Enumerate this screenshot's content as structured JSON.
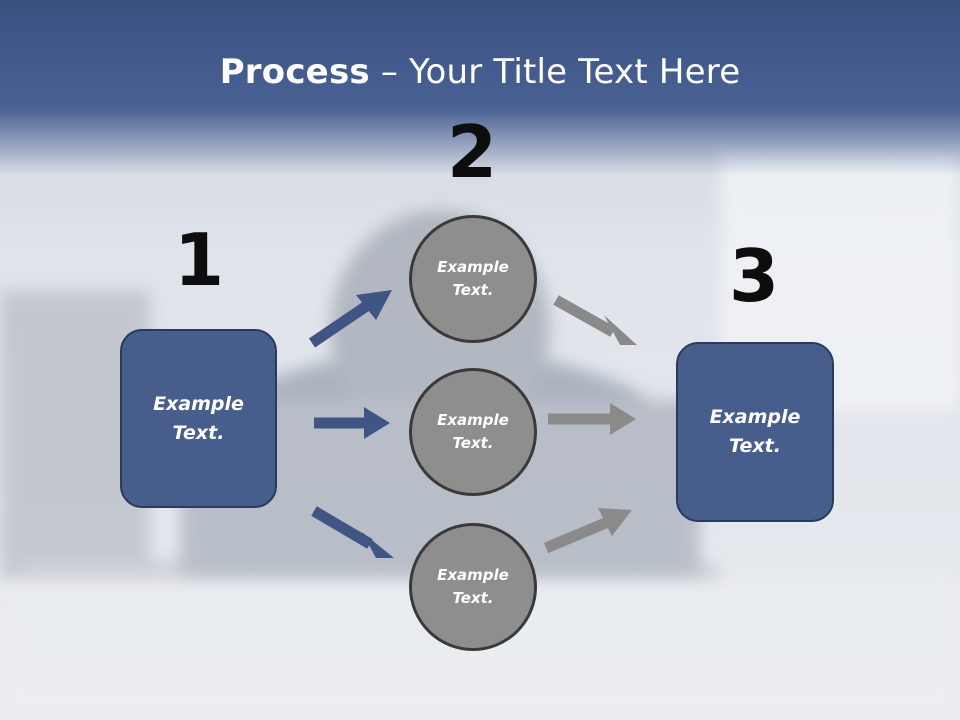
{
  "slide": {
    "title_bold": "Process",
    "title_rest": " – Your Title Text Here"
  },
  "steps": {
    "one": "1",
    "two": "2",
    "three": "3"
  },
  "nodes": {
    "left_box": "Example\nText.",
    "circle_top": "Example\nText.",
    "circle_middle": "Example\nText.",
    "circle_bottom": "Example\nText.",
    "right_box": "Example\nText."
  },
  "colors": {
    "header_band": "#3e5484",
    "box_fill": "#475d8c",
    "box_border": "#2a3a5f",
    "circle_fill": "#8e8e8e",
    "circle_border": "#3a3a3a",
    "arrow_blue": "#3f5583",
    "arrow_gray": "#8a8a8a"
  }
}
